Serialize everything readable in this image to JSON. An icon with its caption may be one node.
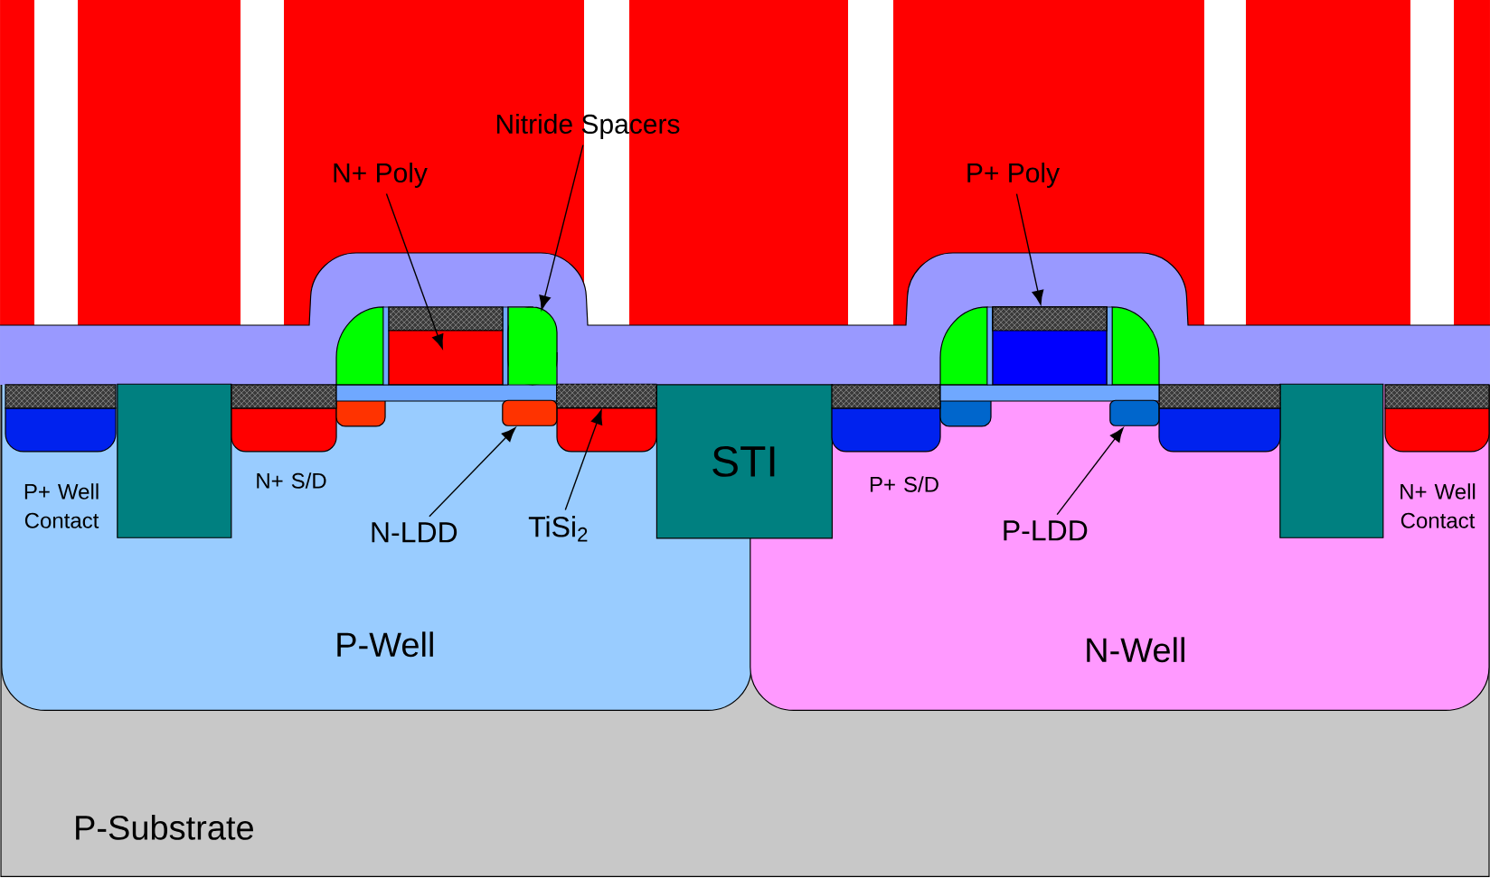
{
  "diagram": {
    "nodes": [
      {
        "text": [
          "Nitride Spacers"
        ]
      },
      {
        "text": [
          "N+ Poly"
        ]
      },
      {
        "text": [
          "P+ Poly"
        ]
      },
      {
        "text": [],
        "shape": "box"
      },
      {
        "text": [],
        "shape": "box"
      },
      {
        "text": [],
        "shape": "box"
      },
      {
        "text": [
          "P-Substrate"
        ]
      },
      {
        "text": [
          "P-Well"
        ],
        "in": 6
      },
      {
        "text": [
          "N-Well"
        ],
        "in": 6
      },
      {
        "text": [
          "STI"
        ],
        "in": 6
      },
      {
        "text": [],
        "shape": "box",
        "in": 7
      },
      {
        "text": [],
        "shape": "box",
        "in": 8
      },
      {
        "text": [],
        "shape": "box",
        "in": 7
      },
      {
        "text": [],
        "shape": "box",
        "in": 7
      },
      {
        "text": [],
        "shape": "box",
        "in": 8
      },
      {
        "text": [
          "N-LDD"
        ],
        "in": 7
      },
      {
        "text": [
          "TiSi$_{2}$"
        ],
        "in": 7
      },
      {
        "text": [
          "P-LDD"
        ],
        "in": 8
      }
    ],
    "edges": [
      {
        "from": 0,
        "to": 4,
        "arrow": "to"
      },
      {
        "from": 1,
        "to": 3,
        "arrow": "to"
      },
      {
        "from": 2,
        "to": 5,
        "arrow": "to"
      },
      {
        "from": 15,
        "to": 13,
        "arrow": "to"
      },
      {
        "from": 16,
        "to": 12,
        "arrow": "to"
      },
      {
        "from": 17,
        "to": 14,
        "arrow": "to"
      }
    ],
    "labels": [
      "P+ Well Contact",
      "N+ S/D",
      "P+ S/D",
      "N+ Well Contact"
    ]
  }
}
